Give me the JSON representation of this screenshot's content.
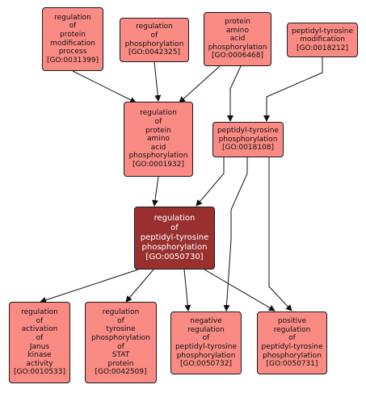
{
  "colors": {
    "node_fill": "#f98a84",
    "focus_fill": "#99302f",
    "edge": "#111111"
  },
  "nodes": {
    "n0031399": {
      "label": "regulation\nof\nprotein\nmodification\nprocess\n[GO:0031399]"
    },
    "n0042325": {
      "label": "regulation\nof\nphosphorylation\n[GO:0042325]"
    },
    "n0006468": {
      "label": "protein\namino\nacid\nphosphorylation\n[GO:0006468]"
    },
    "n0018212": {
      "label": "peptidyl-tyrosine\nmodification\n[GO:0018212]"
    },
    "n0001932": {
      "label": "regulation\nof\nprotein\namino\nacid\nphosphorylation\n[GO:0001932]"
    },
    "n0018108": {
      "label": "peptidyl-tyrosine\nphosphorylation\n[GO:0018108]"
    },
    "n0050730": {
      "label": "regulation\nof\npeptidyl-tyrosine\nphosphorylation\n[GO:0050730]"
    },
    "n0010533": {
      "label": "regulation\nof\nactivation\nof\nJanus\nkinase\nactivity\n[GO:0010533]"
    },
    "n0042509": {
      "label": "regulation\nof\ntyrosine\nphosphorylation\nof\nSTAT\nprotein\n[GO:0042509]"
    },
    "n0050732": {
      "label": "negative\nregulation\nof\npeptidyl-tyrosine\nphosphorylation\n[GO:0050732]"
    },
    "n0050731": {
      "label": "positive\nregulation\nof\npeptidyl-tyrosine\nphosphorylation\n[GO:0050731]"
    }
  },
  "edges": [
    {
      "from": "n0031399",
      "to": "n0001932"
    },
    {
      "from": "n0042325",
      "to": "n0001932"
    },
    {
      "from": "n0006468",
      "to": "n0001932"
    },
    {
      "from": "n0006468",
      "to": "n0018108"
    },
    {
      "from": "n0018212",
      "to": "n0018108"
    },
    {
      "from": "n0001932",
      "to": "n0050730"
    },
    {
      "from": "n0018108",
      "to": "n0050730"
    },
    {
      "from": "n0018108",
      "to": "n0050732"
    },
    {
      "from": "n0018108",
      "to": "n0050731"
    },
    {
      "from": "n0050730",
      "to": "n0010533"
    },
    {
      "from": "n0050730",
      "to": "n0042509"
    },
    {
      "from": "n0050730",
      "to": "n0050732"
    },
    {
      "from": "n0050730",
      "to": "n0050731"
    }
  ]
}
